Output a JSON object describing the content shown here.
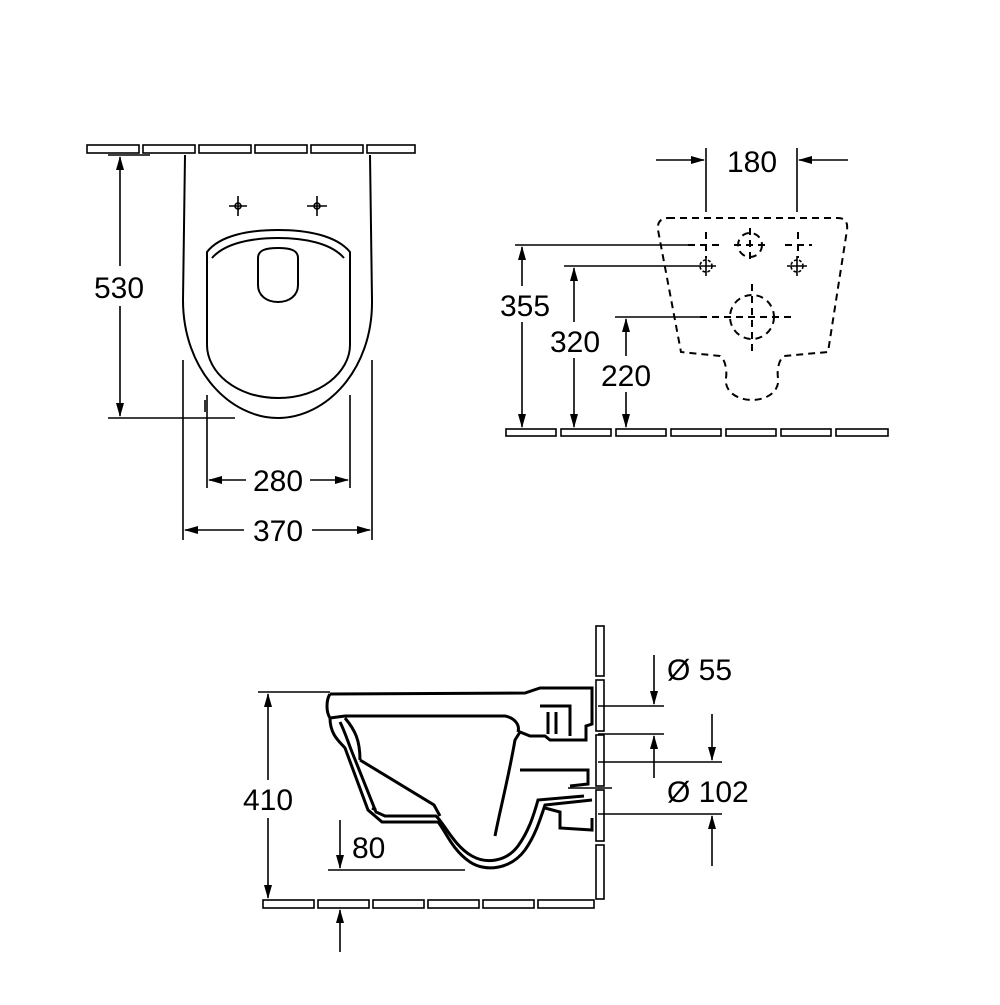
{
  "top_view": {
    "dim_length": "530",
    "dim_inner_width": "280",
    "dim_outer_width": "370"
  },
  "back_view": {
    "dim_bolt_spacing": "180",
    "dim_height_355": "355",
    "dim_height_320": "320",
    "dim_height_220": "220"
  },
  "side_view": {
    "dim_height": "410",
    "dim_floor_offset": "80",
    "dim_inlet_diameter": "Ø 55",
    "dim_outlet_diameter": "Ø 102"
  }
}
